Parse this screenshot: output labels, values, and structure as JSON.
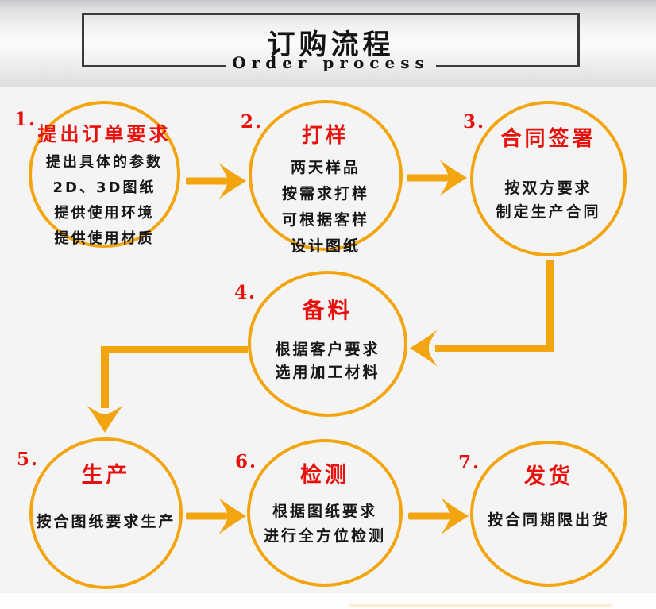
{
  "header": {
    "title": "订购流程",
    "subtitle": "Order process"
  },
  "colors": {
    "accent_orange": "#F2A50F",
    "title_red": "#E8100C",
    "text_black": "#161616",
    "box_border": "#3a3a3c"
  },
  "steps": [
    {
      "number": "1.",
      "title": "提出订单要求",
      "lines": [
        "提出具体的参数",
        "2D、3D图纸",
        "提供使用环境",
        "提供使用材质"
      ]
    },
    {
      "number": "2.",
      "title": "打样",
      "lines": [
        "两天样品",
        "按需求打样",
        "可根据客样",
        "设计图纸"
      ]
    },
    {
      "number": "3.",
      "title": "合同签署",
      "lines": [
        "按双方要求",
        "制定生产合同"
      ]
    },
    {
      "number": "4.",
      "title": "备料",
      "lines": [
        "根据客户要求",
        "选用加工材料"
      ]
    },
    {
      "number": "5.",
      "title": "生产",
      "lines": [
        "按合图纸要求生产"
      ]
    },
    {
      "number": "6.",
      "title": "检测",
      "lines": [
        "根据图纸要求",
        "进行全方位检测"
      ]
    },
    {
      "number": "7.",
      "title": "发货",
      "lines": [
        "按合同期限出货"
      ]
    }
  ]
}
